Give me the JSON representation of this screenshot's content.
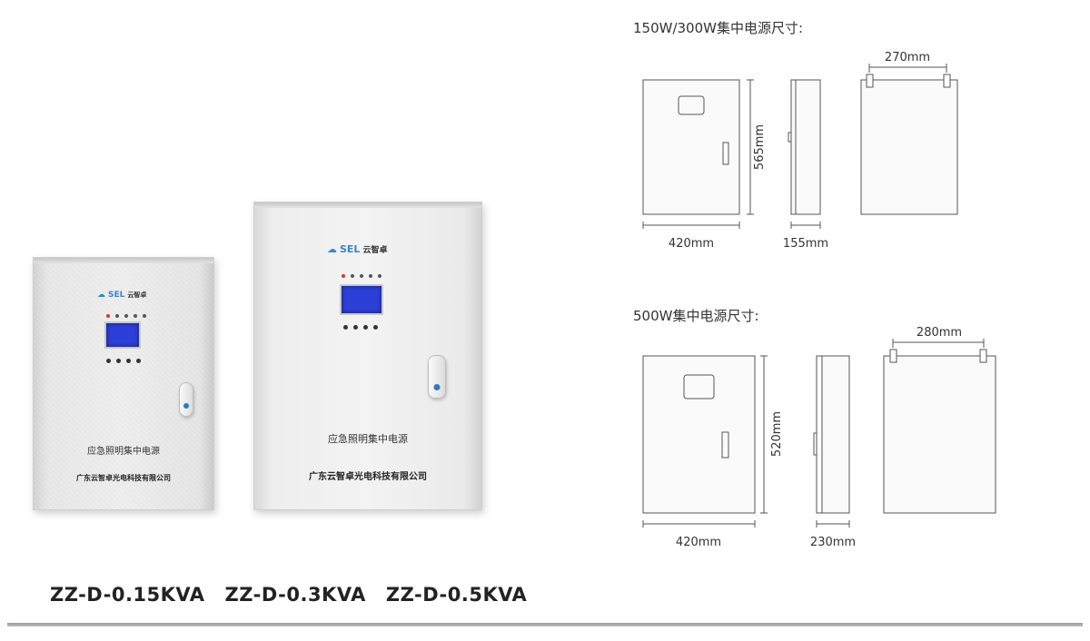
{
  "products": [
    {
      "logo_text": "SEL",
      "logo_cn": "云智卓",
      "label": "应急照明集中电源",
      "company": "广东云智卓光电科技有限公司"
    },
    {
      "logo_text": "SEL",
      "logo_cn": "云智卓",
      "label": "应急照明集中电源",
      "company": "广东云智卓光电科技有限公司"
    }
  ],
  "models": [
    "ZZ-D-0.15KVA",
    "ZZ-D-0.3KVA",
    "ZZ-D-0.5KVA"
  ],
  "drawings": [
    {
      "title": "150W/300W集中电源尺寸:",
      "width_label": "420mm",
      "height_label": "565mm",
      "depth_label": "155mm",
      "mount_label": "270mm"
    },
    {
      "title": "500W集中电源尺寸:",
      "width_label": "420mm",
      "height_label": "520mm",
      "depth_label": "230mm",
      "mount_label": "280mm"
    }
  ],
  "colors": {
    "lcd": "#2c3fd6",
    "brand_blue": "#3a86c8",
    "line": "#555555"
  }
}
